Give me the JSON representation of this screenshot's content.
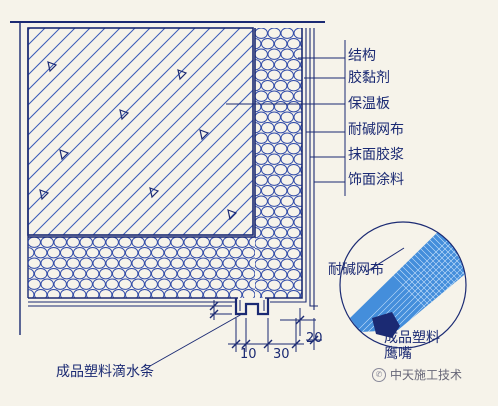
{
  "layers": [
    {
      "id": "structure",
      "label": "结构"
    },
    {
      "id": "adhesive",
      "label": "胶黏剂"
    },
    {
      "id": "insulation-board",
      "label": "保温板"
    },
    {
      "id": "alkali-mesh",
      "label": "耐碱网布"
    },
    {
      "id": "plaster-mortar",
      "label": "抹面胶浆"
    },
    {
      "id": "finish-coating",
      "label": "饰面涂料"
    }
  ],
  "detail": {
    "mesh_label": "耐碱网布",
    "drip_nose_label": "成品塑料鹰嘴"
  },
  "drip_strip_label": "成品塑料滴水条",
  "dimensions": {
    "d1": "10",
    "d2": "30",
    "d3": "20"
  },
  "watermark": "中天施工技术",
  "colors": {
    "ink": "#1b2a73",
    "hatch": "#3a5bb8",
    "cell": "#2f4aa8",
    "mesh": "#2b7fd8",
    "background": "#f6f3ea"
  }
}
